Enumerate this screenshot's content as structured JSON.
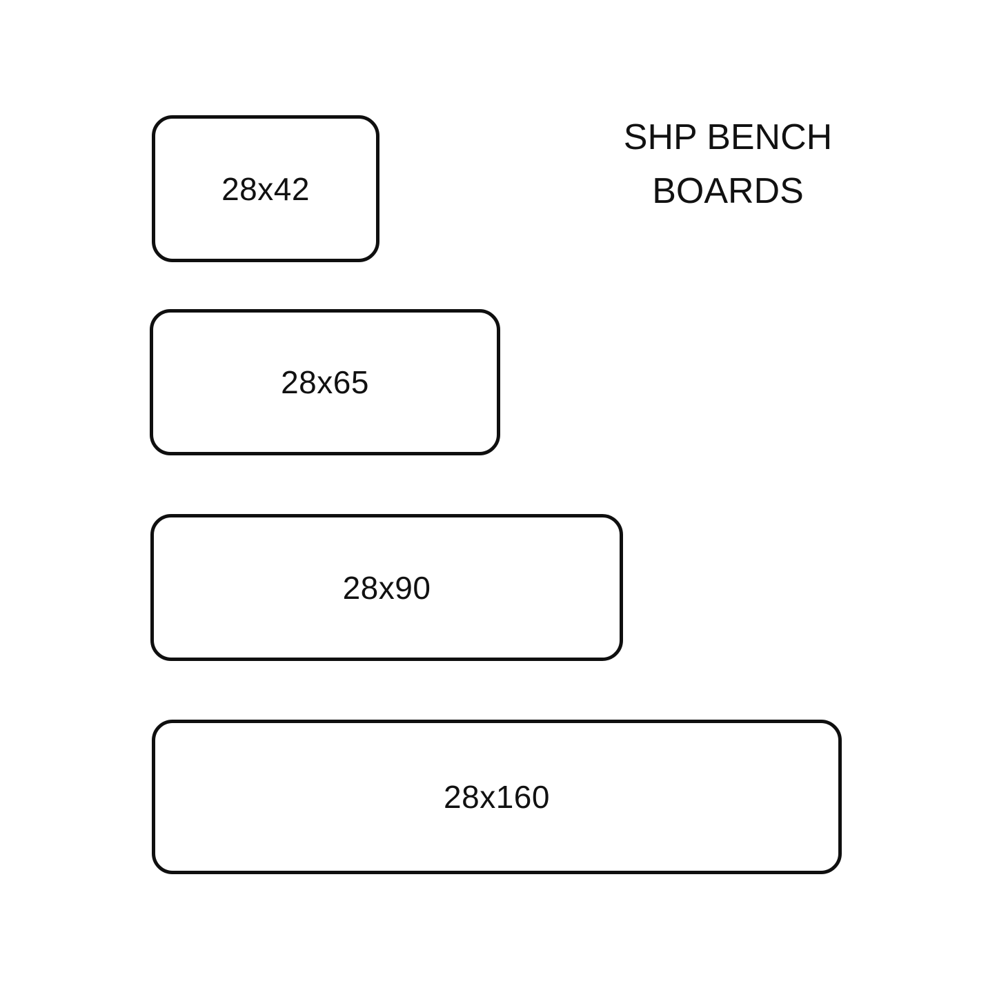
{
  "title": {
    "lines": [
      "SHP BENCH",
      "BOARDS"
    ]
  },
  "boards": [
    {
      "label": "28x42"
    },
    {
      "label": "28x65"
    },
    {
      "label": "28x90"
    },
    {
      "label": "28x160"
    }
  ],
  "colors": {
    "background": "#ffffff",
    "line": "#0f0f0f",
    "text": "#111111"
  }
}
